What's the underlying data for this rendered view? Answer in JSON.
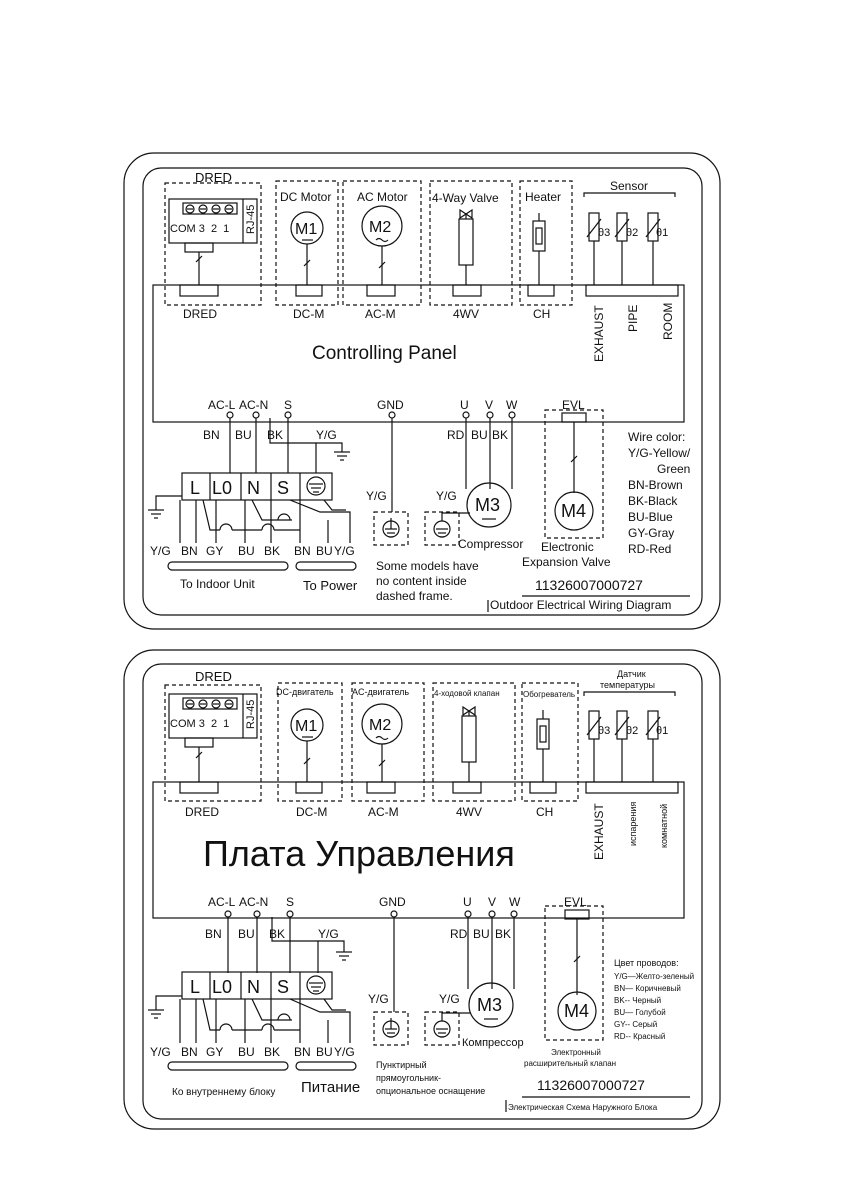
{
  "colors": {
    "ink": "#111111",
    "background": "#ffffff"
  },
  "diagram_en": {
    "dred_title": "DRED",
    "rj45_label": "RJ-45",
    "dred_pins": "COM 3  2  1",
    "dc_motor_title": "DC Motor",
    "dc_motor_symbol": "M1",
    "ac_motor_title": "AC Motor",
    "ac_motor_symbol": "M2",
    "valve4_title": "4-Way Valve",
    "heater_title": "Heater",
    "sensor_title": "Sensor",
    "theta3": "θ3",
    "theta2": "θ2",
    "theta1": "θ1",
    "connectors": [
      "DRED",
      "DC-M",
      "AC-M",
      "4WV",
      "CH"
    ],
    "sensor_connectors": [
      "EXHAUST",
      "PIPE",
      "ROOM"
    ],
    "panel_title": "Controlling Panel",
    "terminals": [
      "AC-L",
      "AC-N",
      "S",
      "GND",
      "U",
      "V",
      "W",
      "EVL"
    ],
    "wires_left": [
      "BN",
      "BU",
      "BK"
    ],
    "wires_comp": [
      "RD",
      "BU",
      "BK"
    ],
    "yg": "Y/G",
    "block_terminals": [
      "L",
      "L0",
      "N",
      "S"
    ],
    "bottom_wires": [
      "Y/G",
      "BN",
      "GY",
      "BU",
      "BK",
      "BN",
      "BU",
      "Y/G"
    ],
    "to_indoor": "To Indoor Unit",
    "to_power": "To Power",
    "compressor_symbol": "M3",
    "compressor_label": "Compressor",
    "evl_symbol": "M4",
    "evl_label_1": "Electronic",
    "evl_label_2": "Expansion Valve",
    "note_1": "Some models have",
    "note_2": "no content inside",
    "note_3": "dashed frame.",
    "legend": [
      "Wire color:",
      "Y/G-Yellow/",
      "Green",
      "BN-Brown",
      "BK-Black",
      "BU-Blue",
      "GY-Gray",
      "RD-Red"
    ],
    "code": "11326007000727",
    "footer": "Outdoor Electrical Wiring Diagram"
  },
  "diagram_ru": {
    "dred_title": "DRED",
    "rj45_label": "RJ-45",
    "dred_pins": "COM 3  2  1",
    "dc_motor_title": "DC-двигатель",
    "dc_motor_symbol": "M1",
    "ac_motor_title": "AC-двигатель",
    "ac_motor_symbol": "M2",
    "valve4_title": "4-ходовой клапан",
    "heater_title": "Обогреватель",
    "sensor_title_1": "Датчик",
    "sensor_title_2": "температуры",
    "theta3": "θ3",
    "theta2": "θ2",
    "theta1": "θ1",
    "connectors": [
      "DRED",
      "DC-M",
      "AC-M",
      "4WV",
      "CH"
    ],
    "sensor_connectors": [
      "EXHAUST",
      "испарения",
      "комнатной"
    ],
    "panel_title": "Плата Управления",
    "terminals": [
      "AC-L",
      "AC-N",
      "S",
      "GND",
      "U",
      "V",
      "W",
      "EVL"
    ],
    "wires_left": [
      "BN",
      "BU",
      "BK"
    ],
    "wires_comp": [
      "RD",
      "BU",
      "BK"
    ],
    "yg": "Y/G",
    "block_terminals": [
      "L",
      "L0",
      "N",
      "S"
    ],
    "bottom_wires": [
      "Y/G",
      "BN",
      "GY",
      "BU",
      "BK",
      "BN",
      "BU",
      "Y/G"
    ],
    "to_indoor": "Ко внутреннему блоку",
    "to_power": "Питание",
    "compressor_symbol": "M3",
    "compressor_label": "Компрессор",
    "evl_symbol": "M4",
    "evl_label_1": "Электронный",
    "evl_label_2": "расширительный клапан",
    "note_1": "Пунктирный",
    "note_2": "прямоугольник-",
    "note_3": "опциональное оснащение",
    "legend": [
      "Цвет проводов:",
      "Y/G—Желто-зеленый",
      "BN— Коричневый",
      "BK-- Черный",
      "BU— Голубой",
      "GY-- Серый",
      "RD-- Красный"
    ],
    "code": "11326007000727",
    "footer": "Электрическая Схема Наружного Блока"
  }
}
